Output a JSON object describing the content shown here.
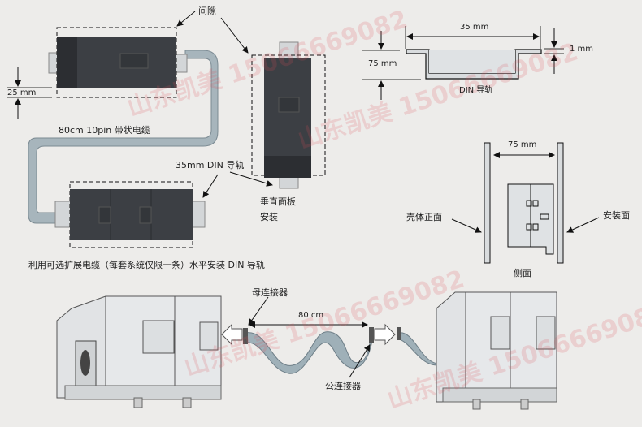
{
  "top_left": {
    "gap_label": "间隙",
    "spacing_label": "25 mm",
    "ribbon_cable_label": "80cm 10pin 带状电缆",
    "din_rail_label": "35mm DIN 导轨",
    "vertical_label_line1": "垂直面板",
    "vertical_label_line2": "安装",
    "caption": "利用可选扩展电缆（每套系统仅限一条）水平安装 DIN 导轨"
  },
  "din_rail_profile": {
    "width_label": "35 mm",
    "height_label": "75 mm",
    "thickness_label": "1 mm",
    "title": "DIN 导轨"
  },
  "side_view": {
    "width_label": "75 mm",
    "front_label": "壳体正面",
    "mount_label": "安装面",
    "title": "侧面"
  },
  "cable_connection": {
    "female_connector_label": "母连接器",
    "length_label": "80 cm",
    "male_connector_label": "公连接器"
  },
  "watermark": "山东凯美 15066669082",
  "colors": {
    "background": "#edecea",
    "plc_dark": "#3a3d42",
    "module_light": "#dfe1e3",
    "ribbon": "#9fb0b8",
    "watermark": "#dc505a"
  }
}
